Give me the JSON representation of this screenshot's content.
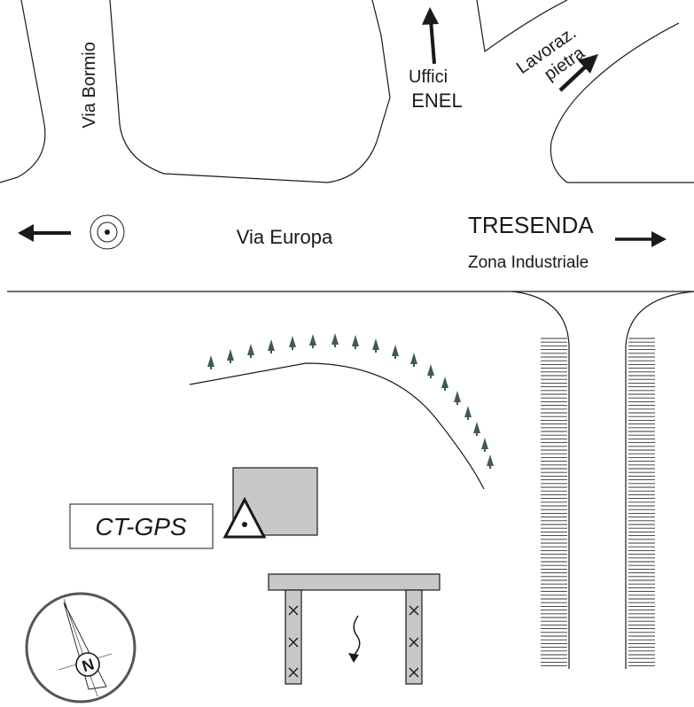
{
  "streets": {
    "via_bormio": "Via Bormio",
    "via_europa": "Via Europa"
  },
  "destinations": {
    "uffici_line1": "Uffici",
    "uffici_line2": "ENEL",
    "lavoraz_line1": "Lavoraz.",
    "lavoraz_line2": "pietra",
    "tresenda": "TRESENDA",
    "zona_industriale": "Zona Industriale"
  },
  "station": {
    "label": "CT-GPS"
  },
  "compass": {
    "north_label": "N"
  },
  "colors": {
    "line": "#1a1a1a",
    "building_fill": "#c8c8c8",
    "tree": "#3f5a58",
    "hatch": "#333333"
  }
}
